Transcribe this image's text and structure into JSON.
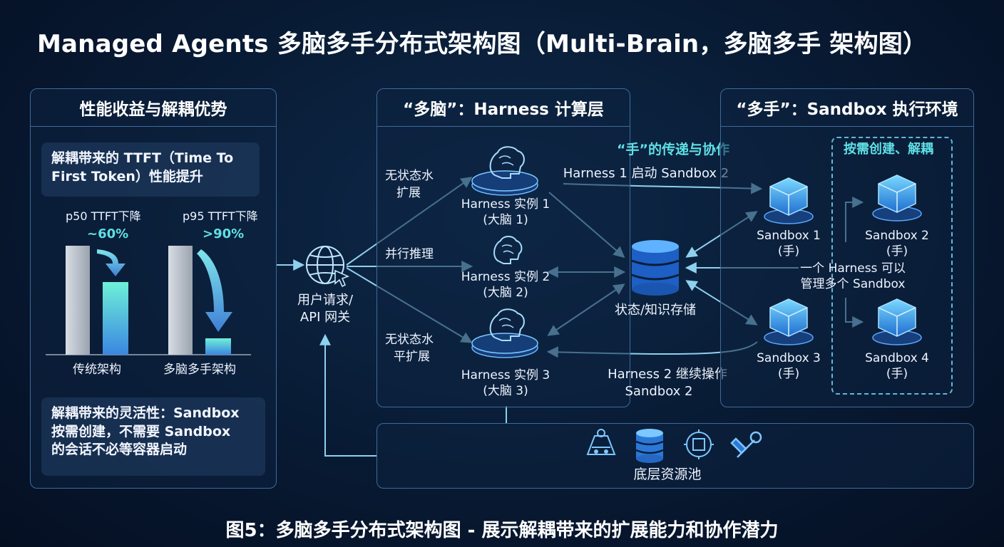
{
  "title": "Managed Agents 多脑多手分布式架构图（Multi-Brain，多脑多手 架构图）",
  "caption": "图5：多脑多手分布式架构图 - 展示解耦带来的扩展能力和协作潜力",
  "left_panel": {
    "heading": "性能收益与解耦优势",
    "card_top_line1": "解耦带来的 TTFT（Time To",
    "card_top_line2": "First Token）性能提升",
    "p50_label": "p50 TTFT下降",
    "p50_value": "~60%",
    "p95_label": "p95 TTFT下降",
    "p95_value": ">90%",
    "group1": "传统架构",
    "group2": "多脑多手架构",
    "card_bottom_line1": "解耦带来的灵活性：Sandbox",
    "card_bottom_line2": "按需创建，不需要 Sandbox",
    "card_bottom_line3": "的会话不必等容器启动"
  },
  "gateway": {
    "line1": "用户请求/",
    "line2": "API 网关",
    "icon": "globe-cursor-icon"
  },
  "middle_panel": {
    "heading": "“多脑”：Harness 计算层",
    "scale_top_1": "无状态水",
    "scale_top_2": "扩展",
    "parallel": "并行推理",
    "scale_bottom_1": "无状态水",
    "scale_bottom_2": "平扩展",
    "harness1_1": "Harness 实例 1",
    "harness1_2": "(大脑 1)",
    "harness2_1": "Harness 实例 2",
    "harness2_2": "(大脑 2)",
    "harness3_1": "Harness 实例 3",
    "harness3_2": "(大脑 3)"
  },
  "flow": {
    "collab_title": "“手”的传递与协作",
    "start_msg": "Harness 1 启动 Sandbox 2",
    "continue_1": "Harness 2 继续操作",
    "continue_2": "Sandbox 2",
    "storage": "状态/知识存储"
  },
  "right_panel": {
    "heading": "“多手”：Sandbox 执行环境",
    "ondemand": "按需创建、解耦",
    "sb1_1": "Sandbox 1",
    "sb1_2": "(手)",
    "sb2_1": "Sandbox 2",
    "sb2_2": "(手)",
    "sb3_1": "Sandbox 3",
    "sb3_2": "(手)",
    "sb4_1": "Sandbox 4",
    "sb4_2": "(手)",
    "manage_1": "一个 Harness 可以",
    "manage_2": "管理多个 Sandbox"
  },
  "pool": {
    "label": "底层资源池",
    "icons": [
      "network-icon",
      "database-icon",
      "chip-gear-icon",
      "tools-icon"
    ]
  },
  "chart_data": {
    "type": "bar",
    "categories": [
      "传统架构",
      "多脑多手架构"
    ],
    "bars_relative_height": {
      "传统架构": [
        1.0,
        0.66
      ],
      "多脑多手架构": [
        1.0,
        0.15
      ]
    },
    "annotations": [
      "p50 TTFT下降 ~60%",
      "p95 TTFT下降 >90%"
    ]
  },
  "colors": {
    "accent_cyan": "#5fe0e6",
    "panel_border": "#3e6a9c",
    "arrow": "#7fc4e6"
  }
}
